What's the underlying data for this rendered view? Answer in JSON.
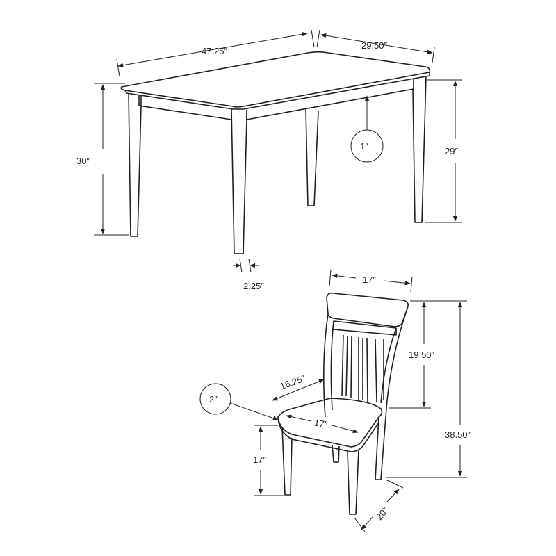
{
  "colors": {
    "line": "#231f20",
    "background": "#ffffff"
  },
  "table": {
    "length": "47.25″",
    "width": "29.50″",
    "height": "30″",
    "apron_height": "29″",
    "top_thickness": "1″",
    "leg_width": "2.25″"
  },
  "chair": {
    "back_width": "17″",
    "back_height": "19.50″",
    "seat_depth": "16.25″",
    "seat_thickness": "2″",
    "seat_width": "17″",
    "seat_height": "17″",
    "total_height": "38.50″",
    "depth": "20″"
  }
}
